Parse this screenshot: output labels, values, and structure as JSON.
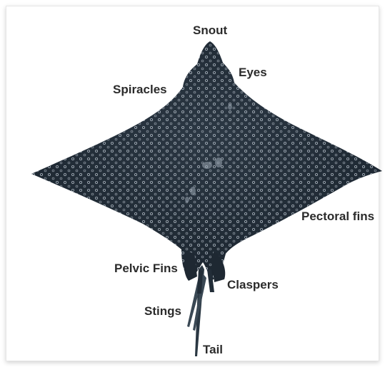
{
  "labels": {
    "snout": "Snout",
    "eyes": "Eyes",
    "spiracles": "Spiracles",
    "pectoral_fins": "Pectoral fins",
    "pelvic_fins": "Pelvic Fins",
    "claspers": "Claspers",
    "stings": "Stings",
    "tail": "Tail"
  },
  "colors": {
    "body": "#1f2a35",
    "body_shade": "#28343f",
    "spots": "#c9d2dc",
    "label_text": "#2b2b2b",
    "background": "#ffffff"
  }
}
